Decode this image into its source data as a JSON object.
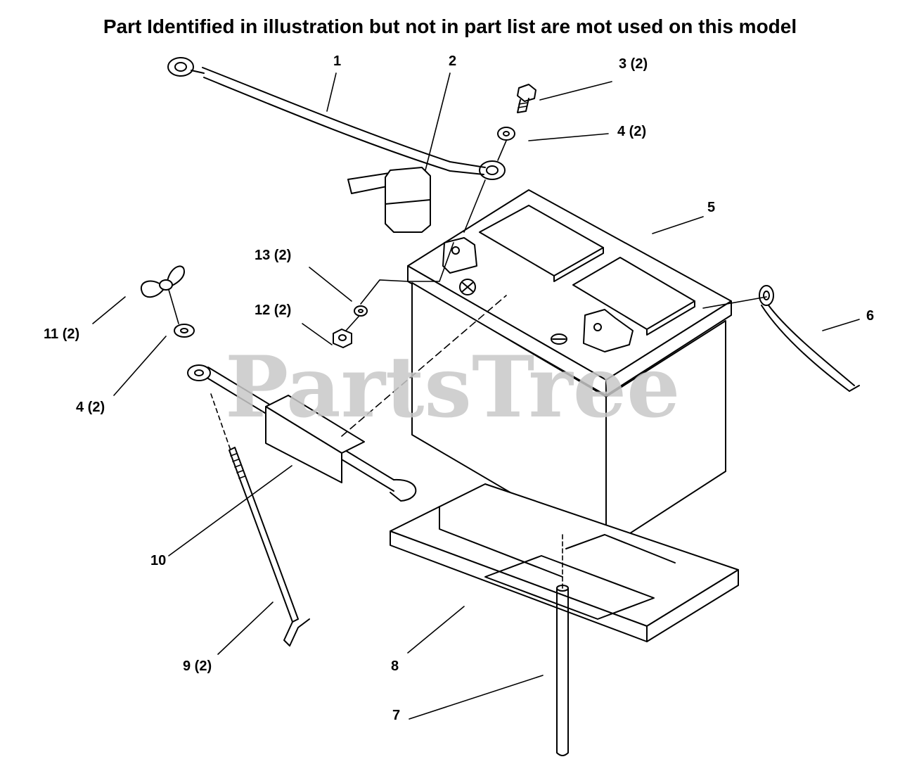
{
  "notice": "Part Identified in illustration but not in part list are mot used on this model",
  "watermark": "PartsTree",
  "callouts": [
    {
      "id": "1",
      "label": "1"
    },
    {
      "id": "2",
      "label": "2"
    },
    {
      "id": "3",
      "label": "3 (2)"
    },
    {
      "id": "4a",
      "label": "4 (2)"
    },
    {
      "id": "5",
      "label": "5"
    },
    {
      "id": "6",
      "label": "6"
    },
    {
      "id": "13",
      "label": "13 (2)"
    },
    {
      "id": "12",
      "label": "12 (2)"
    },
    {
      "id": "11",
      "label": "11 (2)"
    },
    {
      "id": "4b",
      "label": "4 (2)"
    },
    {
      "id": "10",
      "label": "10"
    },
    {
      "id": "9",
      "label": "9 (2)"
    },
    {
      "id": "8",
      "label": "8"
    },
    {
      "id": "7",
      "label": "7"
    }
  ]
}
